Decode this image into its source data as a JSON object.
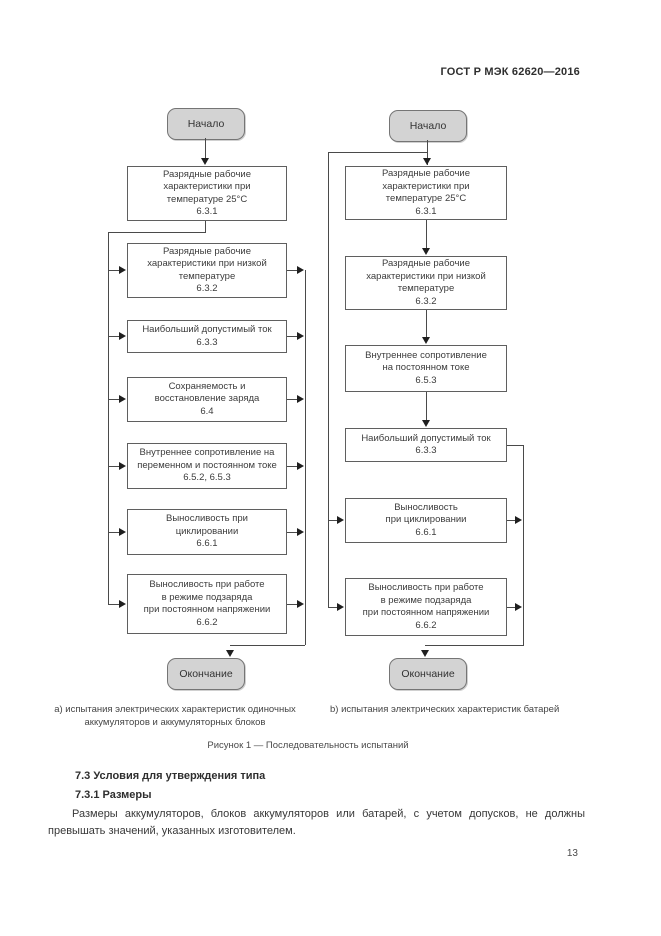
{
  "page": {
    "header": "ГОСТ Р МЭК 62620—2016",
    "number": "13"
  },
  "flowchart_a": {
    "start": "Начало",
    "end": "Окончание",
    "steps": [
      "Разрядные рабочие\nхарактеристики при\nтемпературе 25°С\n6.3.1",
      "Разрядные рабочие\nхарактеристики при низкой\nтемпературе\n6.3.2",
      "Наибольший допустимый ток\n6.3.3",
      "Сохраняемость и\nвосстановление заряда\n6.4",
      "Внутреннее сопротивление на\nпеременном и постоянном токе\n6.5.2, 6.5.3",
      "Выносливость при\nциклировании\n6.6.1",
      "Выносливость при работе\nв режиме подзаряда\nпри постоянном напряжении\n6.6.2"
    ]
  },
  "flowchart_b": {
    "start": "Начало",
    "end": "Окончание",
    "steps": [
      "Разрядные рабочие\nхарактеристики при\nтемпературе 25°С\n6.3.1",
      "Разрядные рабочие\nхарактеристики при низкой\nтемпературе\n6.3.2",
      "Внутреннее сопротивление\nна постоянном токе\n6.5.3",
      "Наибольший допустимый ток\n6.3.3",
      "Выносливость\nпри циклировании\n6.6.1",
      "Выносливость при работе\nв режиме подзаряда\nпри постоянном напряжении\n6.6.2"
    ]
  },
  "figure": {
    "caption_a": "a) испытания электрических характеристик одиночных\nаккумуляторов и аккумуляторных блоков",
    "caption_b": "b) испытания электрических характеристик батарей",
    "caption": "Рисунок 1 — Последовательность испытаний"
  },
  "section": {
    "heading_1": "7.3  Условия для утверждения типа",
    "heading_2": "7.3.1  Размеры",
    "paragraph": "Размеры аккумуляторов, блоков аккумуляторов или батарей, с учетом допусков, не должны превышать значений, указанных изготовителем."
  },
  "colors": {
    "terminal_fill": "#d3d3d3",
    "box_border": "#5f5f5f",
    "line": "#4a4a4a"
  }
}
